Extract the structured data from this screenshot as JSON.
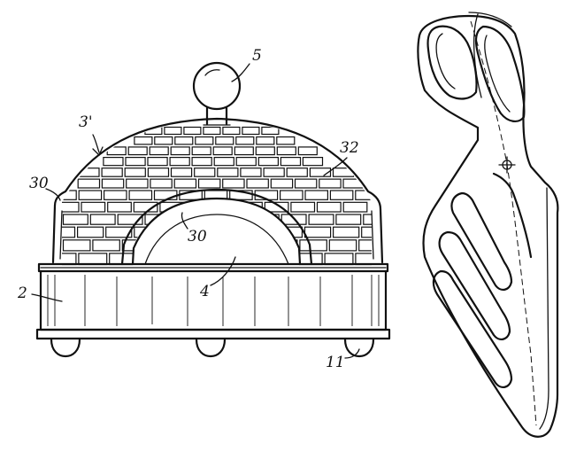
{
  "figure": {
    "labels": {
      "knob": "5",
      "dome": "3'",
      "rim_left": "30",
      "arch_rim": "30",
      "bricks": "32",
      "opening": "4",
      "base": "2",
      "foot": "11"
    }
  }
}
